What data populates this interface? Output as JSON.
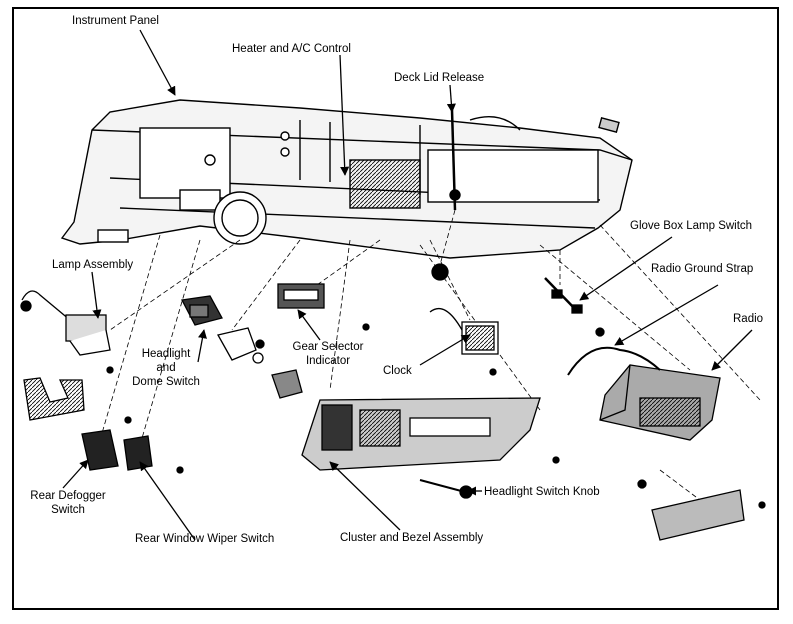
{
  "labels": {
    "instrument_panel": "Instrument Panel",
    "heater_ac_control": "Heater and A/C Control",
    "deck_lid_release": "Deck Lid Release",
    "glove_box_lamp_switch": "Glove Box Lamp Switch",
    "radio_ground_strap": "Radio Ground Strap",
    "radio": "Radio",
    "lamp_assembly": "Lamp Assembly",
    "headlight_line1": "Headlight",
    "headlight_line2": "and",
    "headlight_line3": "Dome Switch",
    "gear_selector_line1": "Gear Selector",
    "gear_selector_line2": "Indicator",
    "clock": "Clock",
    "rear_defogger_line1": "Rear Defogger",
    "rear_defogger_line2": "Switch",
    "headlight_switch_knob": "Headlight Switch Knob",
    "rear_window_wiper_switch": "Rear Window Wiper Switch",
    "cluster_bezel_assembly": "Cluster and Bezel Assembly"
  },
  "colors": {
    "ink": "#000000",
    "paper": "#ffffff",
    "shade": "#5a5a5a"
  }
}
